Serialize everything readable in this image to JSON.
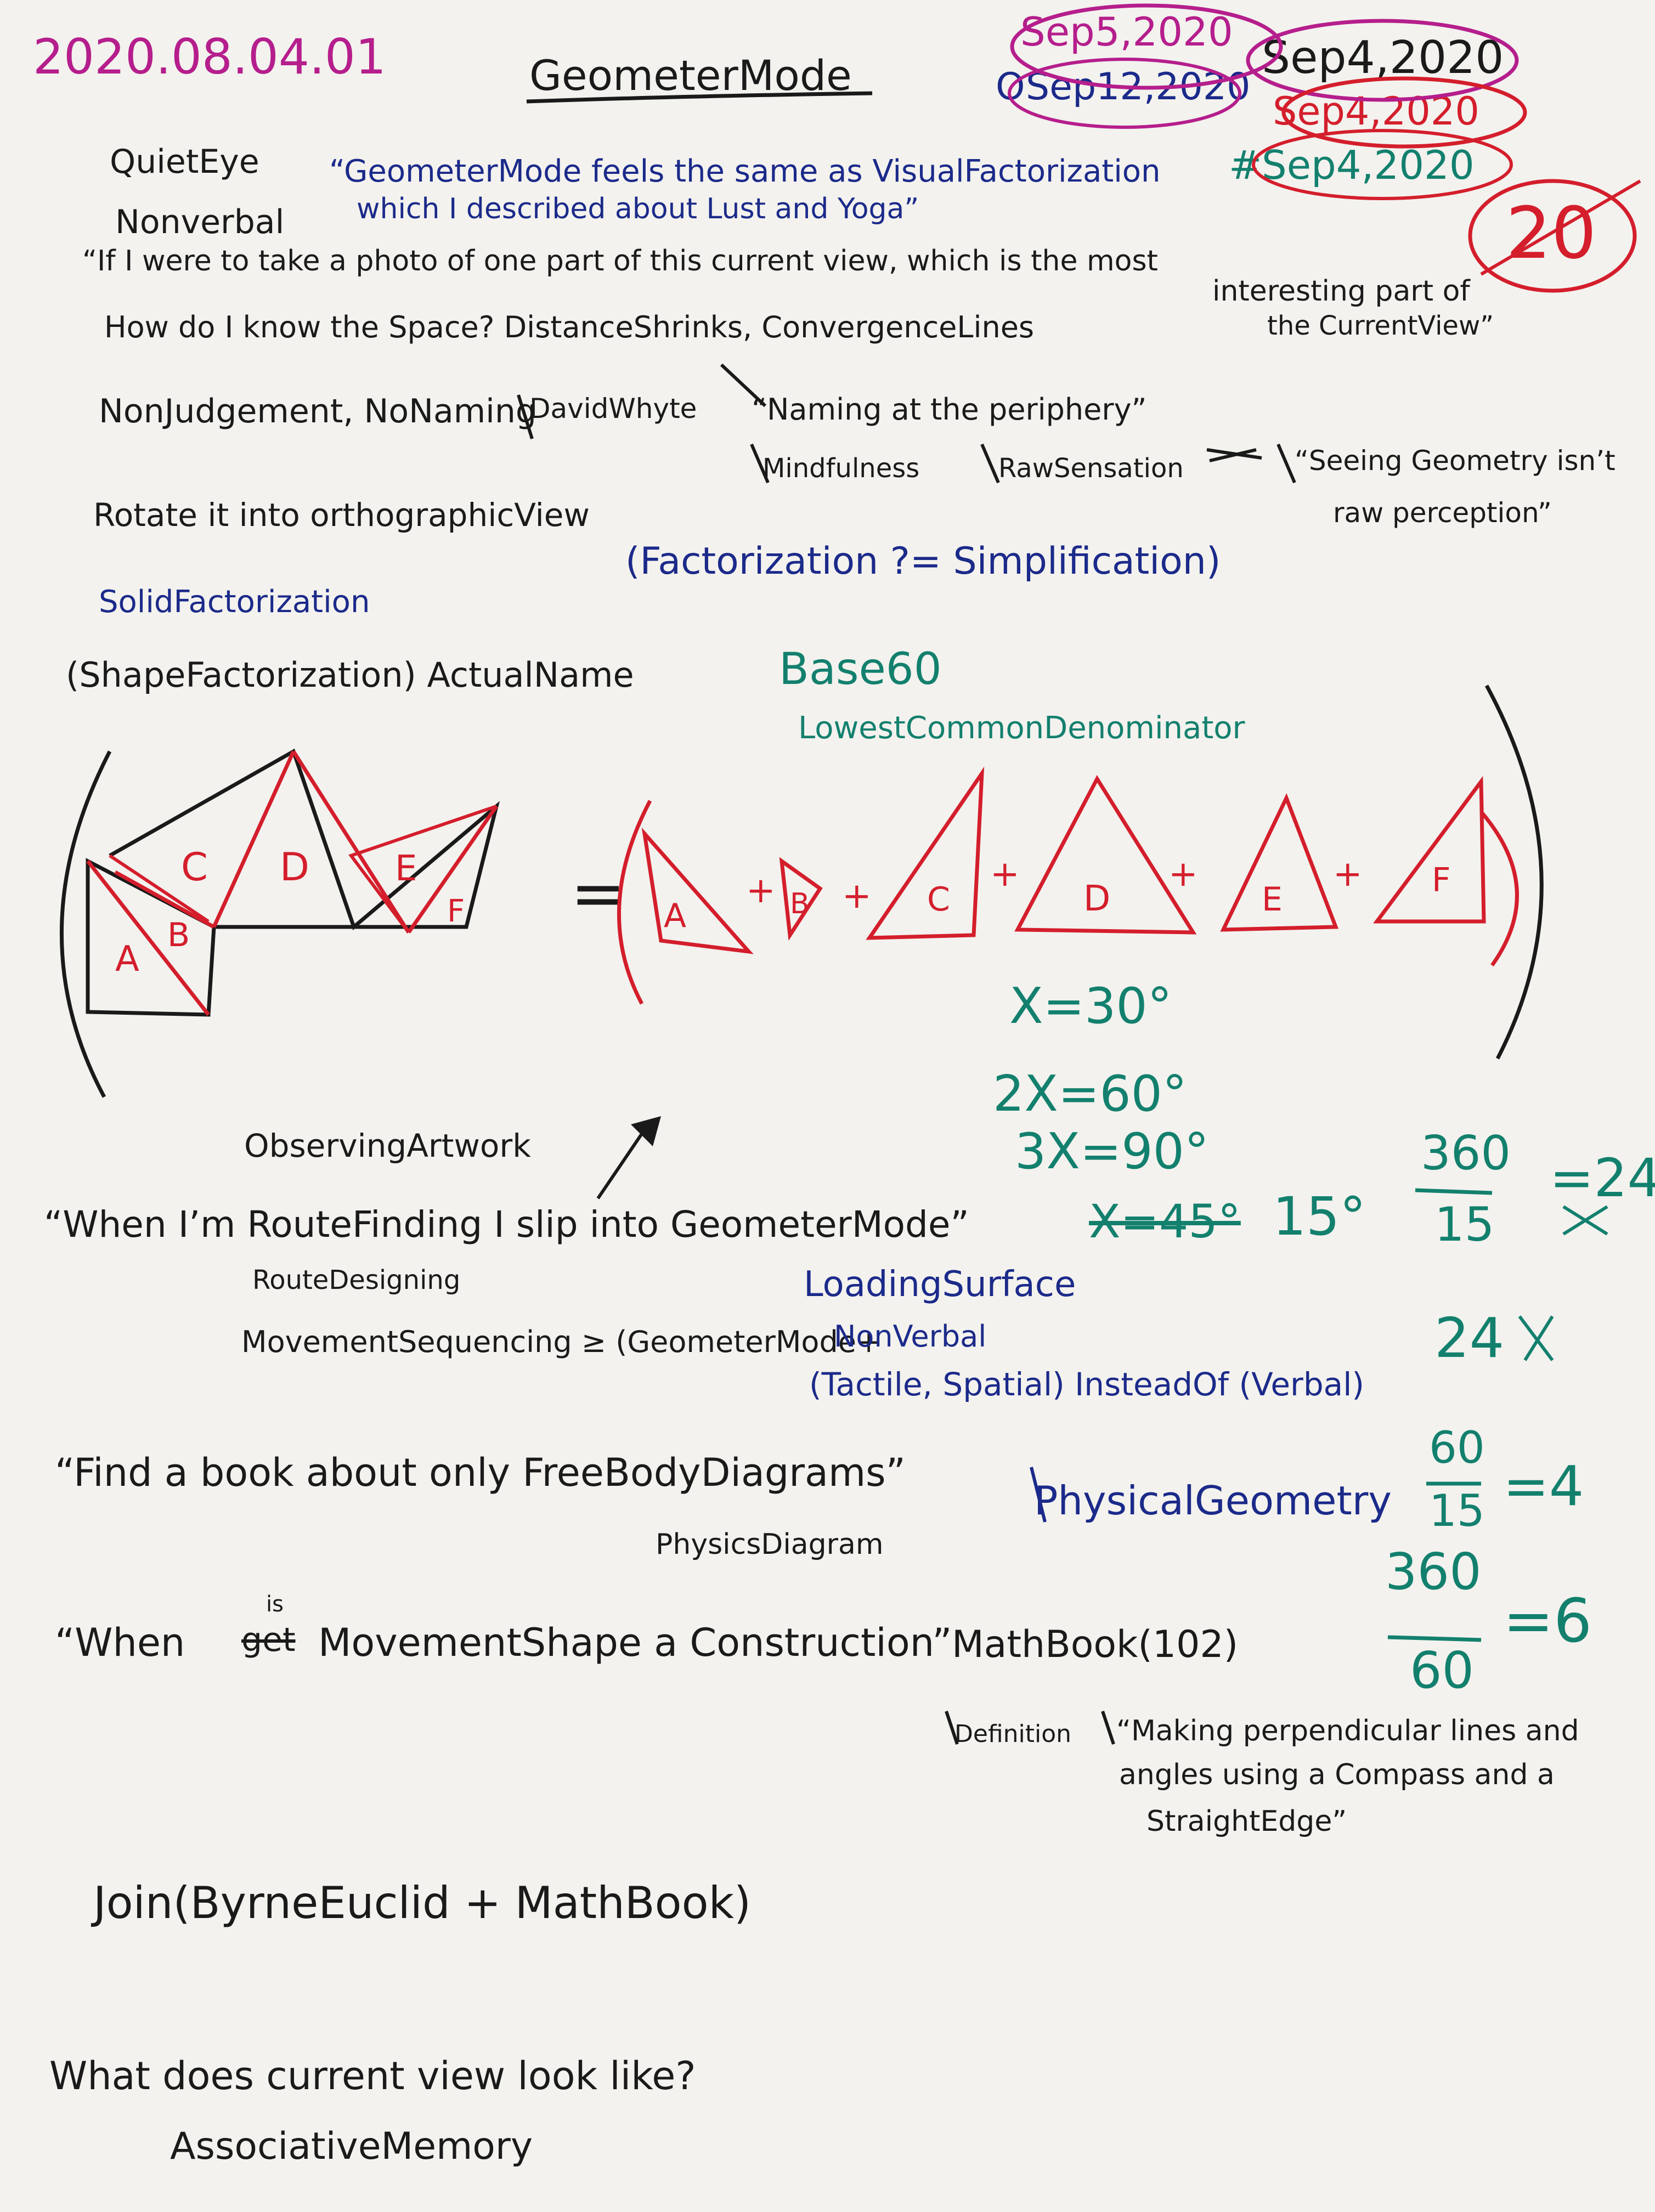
{
  "colors": {
    "paper": "#f3f2ee",
    "black_ink": "#1a1a1a",
    "blue_ink": "#1b2a8a",
    "red_ink": "#d41e2c",
    "green_ink": "#13806e",
    "purple_ink": "#b51e8c"
  },
  "header": {
    "id_code": "2020.08.04.01",
    "title": "GeometerMode",
    "dates": [
      "Sep5,2020",
      "Sep12,2020",
      "Sep4,2020",
      "Sep4,2020",
      "Sep4,2020"
    ],
    "date_prefix": "O",
    "date_prefix_2": "#",
    "circled_number": "20"
  },
  "notes": {
    "quiet_eye": "QuietEye",
    "nonverbal": "Nonverbal",
    "quote_feels_1": "“GeometerMode feels the same as VisualFactorization",
    "quote_feels_2": "which I described about Lust and Yoga”",
    "quote_photo_1": "“If I were to take a photo of one part of this current view, which is the most",
    "quote_photo_2": "interesting part of",
    "quote_photo_3": "the CurrentView”",
    "space_line": "How do I know the Space? DistanceShrinks, ConvergenceLines",
    "nonjudgement": "NonJudgement, NoNaming",
    "david_whyte": "DavidWhyte",
    "naming": "“Naming at the periphery”",
    "mindfulness": "Mindfulness",
    "raw_sensation": "RawSensation",
    "seeing_geometry": "“Seeing Geometry isn’t",
    "raw_perception": "raw perception”",
    "rotate": "Rotate it into orthographicView",
    "factorization_q": "(Factorization ?= Simplification)",
    "solid_factorization": "SolidFactorization",
    "shape_factorization": "(ShapeFactorization) ActualName",
    "base60": "Base60",
    "lcd": "LowestCommonDenominator"
  },
  "diagram": {
    "labels": [
      "A",
      "B",
      "C",
      "D",
      "E",
      "F"
    ],
    "equals": "=",
    "plus": "+"
  },
  "math": {
    "x30": "X=30°",
    "x60": "2X=60°",
    "x90": "3X=90°",
    "x45_struck": "X=45°",
    "x15": "15°",
    "frac1_num": "360",
    "frac1_den": "15",
    "frac1_eq": "=24",
    "result_24": "24",
    "frac2_num": "60",
    "frac2_den": "15",
    "frac2_eq": "=4",
    "frac3_num": "360",
    "frac3_den": "60",
    "frac3_eq": "=6"
  },
  "lower": {
    "observing": "ObservingArtwork",
    "route_finding": "“When I’m RouteFinding I slip into GeometerMode”",
    "route_designing": "RouteDesigning",
    "movement_seq": "MovementSequencing ≥ (GeometerMode+",
    "loading_surface": "LoadingSurface",
    "nonverbal2": "NonVerbal",
    "tactile": "(Tactile, Spatial) InsteadOf (Verbal)",
    "find_book": "“Find a book about only FreeBodyDiagrams”",
    "physics_diagram": "PhysicsDiagram",
    "physical_geometry": "PhysicalGeometry",
    "when_movement": "“When ",
    "struck_word": "get",
    "inserted_word": "is",
    "when_movement_2": "MovementShape a Construction”",
    "mathbook": "MathBook(102)",
    "definition": "Definition",
    "making_1": "“Making perpendicular lines and",
    "making_2": "angles using a Compass and a",
    "making_3": "StraightEdge”",
    "join": "Join(ByrneEuclid + MathBook)",
    "what_does": "What does current view look like?",
    "associative": "AssociativeMemory"
  }
}
